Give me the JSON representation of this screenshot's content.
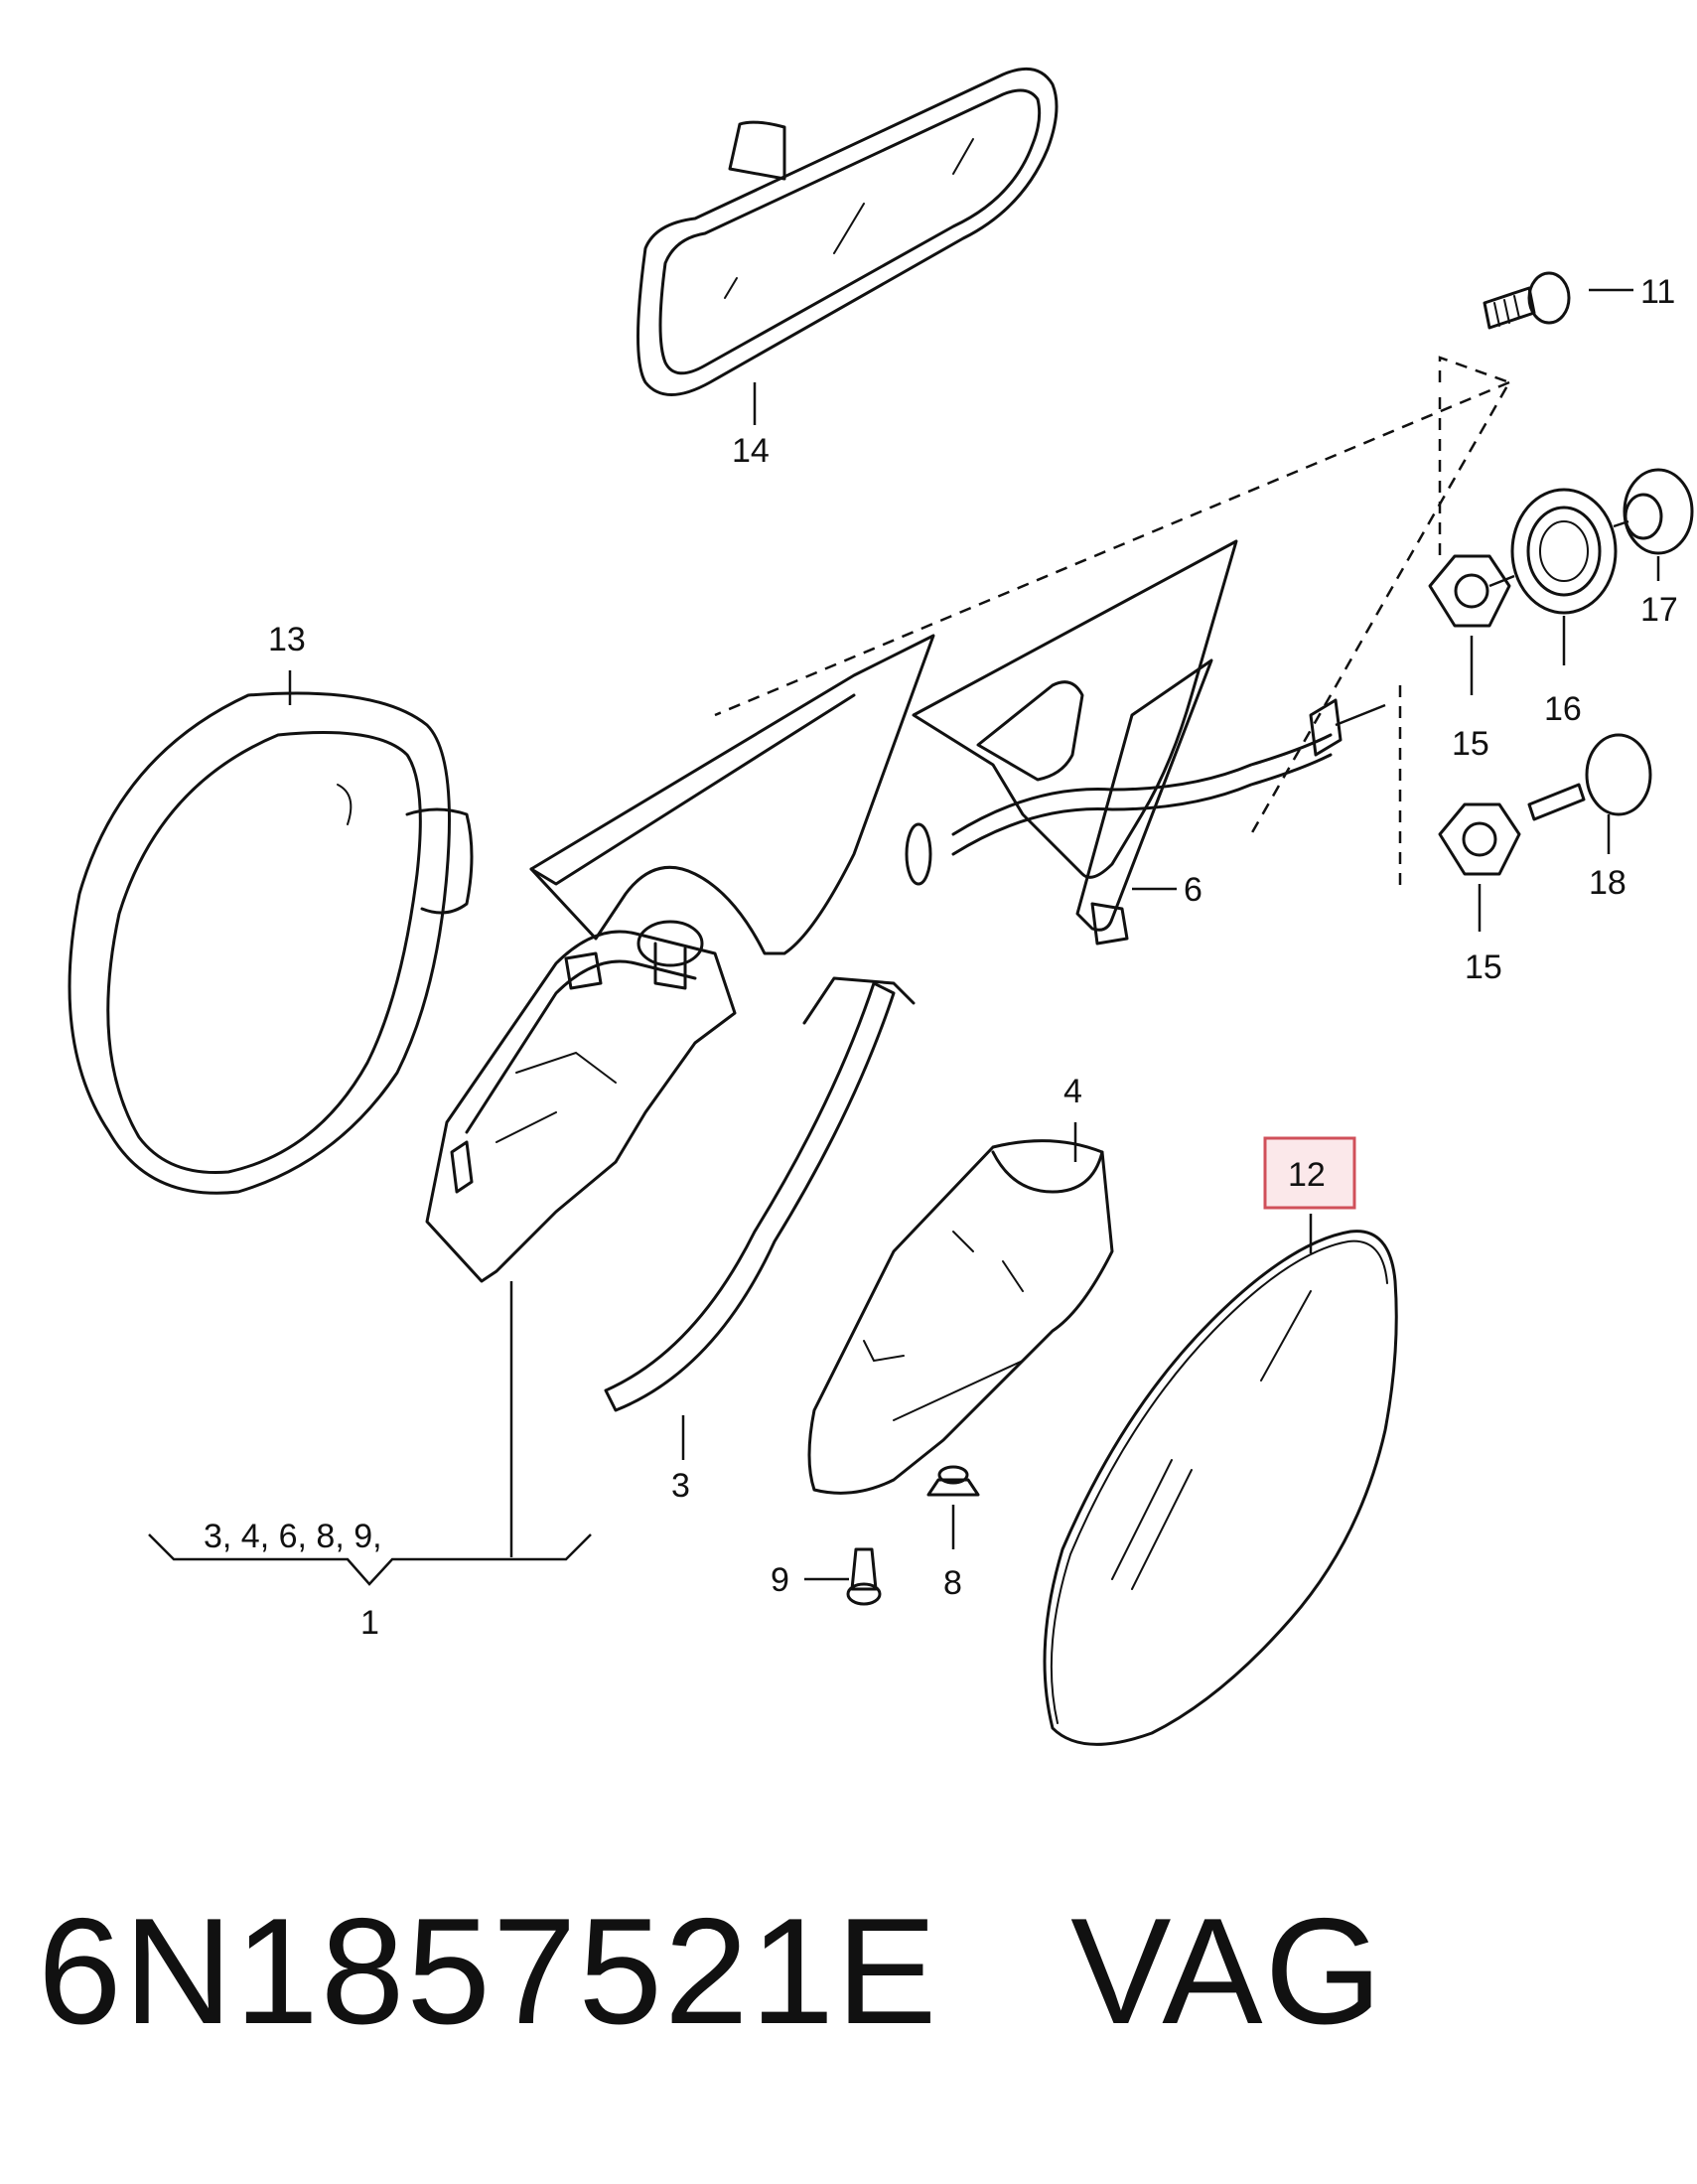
{
  "callouts": {
    "c1": "1",
    "c3": "3",
    "c4": "4",
    "c6": "6",
    "c8": "8",
    "c9": "9",
    "c11": "11",
    "c12": "12",
    "c13": "13",
    "c14": "14",
    "c15a": "15",
    "c15b": "15",
    "c16": "16",
    "c17": "17",
    "c18": "18"
  },
  "group_label": "3, 4, 6, 8, 9,",
  "highlighted_callout": "12",
  "highlight_color": "#d0505a",
  "caption": {
    "part_number": "6N1857521E",
    "brand": "VAG"
  }
}
